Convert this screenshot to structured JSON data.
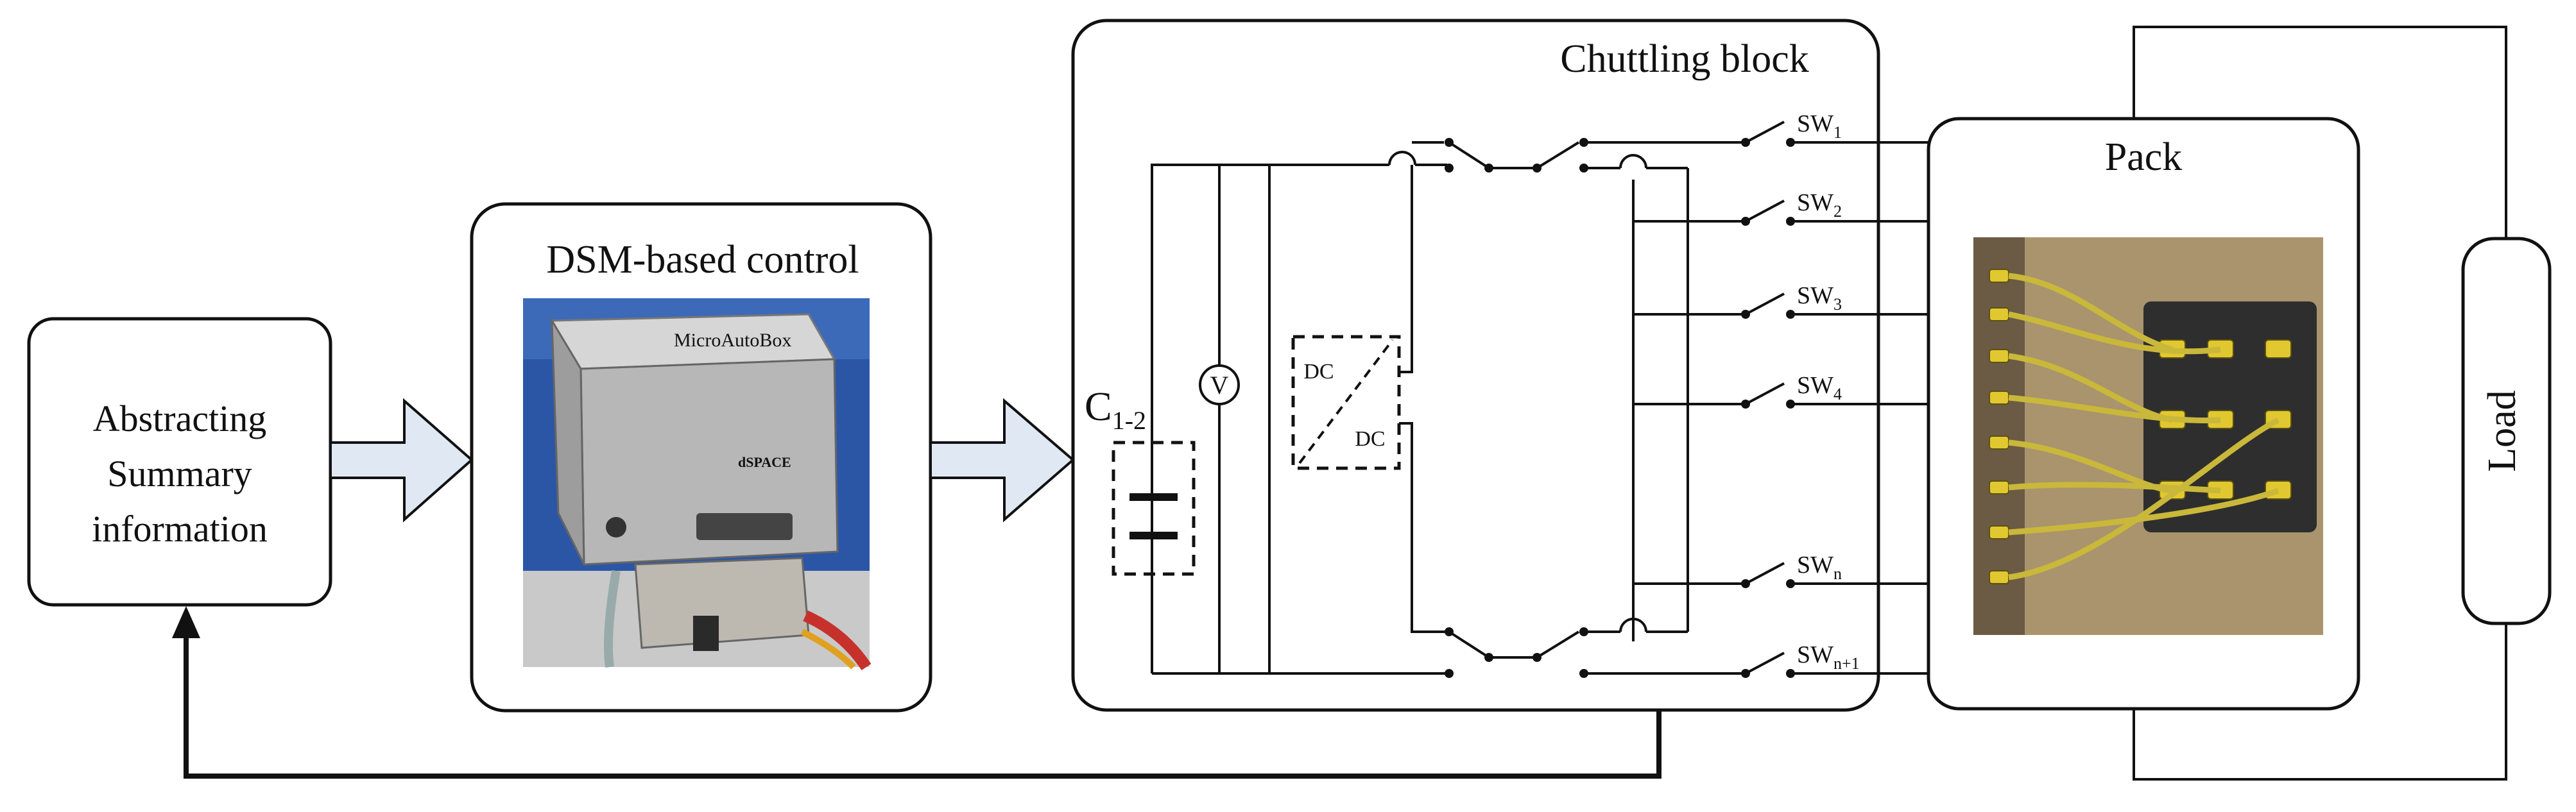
{
  "blocks": {
    "abstracting": {
      "lines": [
        "Abstracting",
        "Summary",
        "information"
      ]
    },
    "dsm": {
      "title": "DSM-based control",
      "device_brand": "MicroAutoBox",
      "device_maker": "dSPACE"
    },
    "chuttling": {
      "title": "Chuttling block",
      "capacitor": "C",
      "capacitor_sub": "1-2",
      "voltmeter": "V",
      "converter_in": "DC",
      "converter_out": "DC"
    },
    "pack": {
      "title": "Pack"
    },
    "load": {
      "title": "Load"
    }
  },
  "switches": [
    {
      "base": "SW",
      "sub": "1"
    },
    {
      "base": "SW",
      "sub": "2"
    },
    {
      "base": "SW",
      "sub": "3"
    },
    {
      "base": "SW",
      "sub": "4"
    },
    {
      "base": "SW",
      "sub": "n"
    },
    {
      "base": "SW",
      "sub": "n+1"
    }
  ],
  "colors": {
    "arrow_fill": "#dfe8f3",
    "stroke": "#111111",
    "photo_bg": "#2b56a6",
    "device_body": "#bcbcbc"
  }
}
